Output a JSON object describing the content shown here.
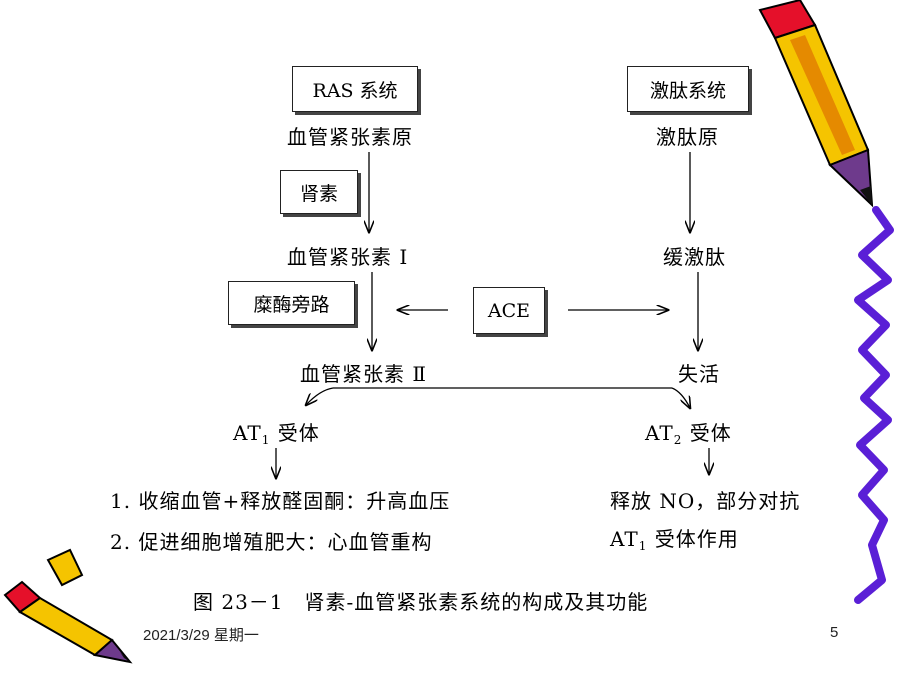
{
  "diagram": {
    "ras_system": "RAS 系统",
    "kinin_system": "激肽系统",
    "angiotensinogen": "血管紧张素原",
    "kininogen": "激肽原",
    "renin": "肾素",
    "angiotensin_1": "血管紧张素 I",
    "bradykinin": "缓激肽",
    "chymase_pathway": "糜酶旁路",
    "ace": "ACE",
    "angiotensin_2": "血管紧张素 Ⅱ",
    "inactivation": "失活",
    "at1_receptor": {
      "prefix": "AT",
      "sub": "1",
      "suffix": " 受体"
    },
    "at2_receptor": {
      "prefix": "AT",
      "sub": "2",
      "suffix": " 受体"
    },
    "effect_1": "1. 收缩血管+释放醛固酮：升高血压",
    "effect_2": "2. 促进细胞增殖肥大：心血管重构",
    "at2_effect_1": "释放 NO，部分对抗",
    "at2_effect_2": {
      "prefix": "AT",
      "sub": "1",
      "suffix": " 受体作用"
    },
    "caption": "图 23－1　肾素-血管紧张素系统的构成及其功能"
  },
  "footer": {
    "date": "2021/3/29 星期一",
    "page": "5"
  },
  "colors": {
    "pencil_body": "#f5c400",
    "pencil_outline": "#000000",
    "pencil_eraser": "#e5102a",
    "pencil_wood": "#6e3a8c",
    "squiggle": "#5a1fd6"
  }
}
